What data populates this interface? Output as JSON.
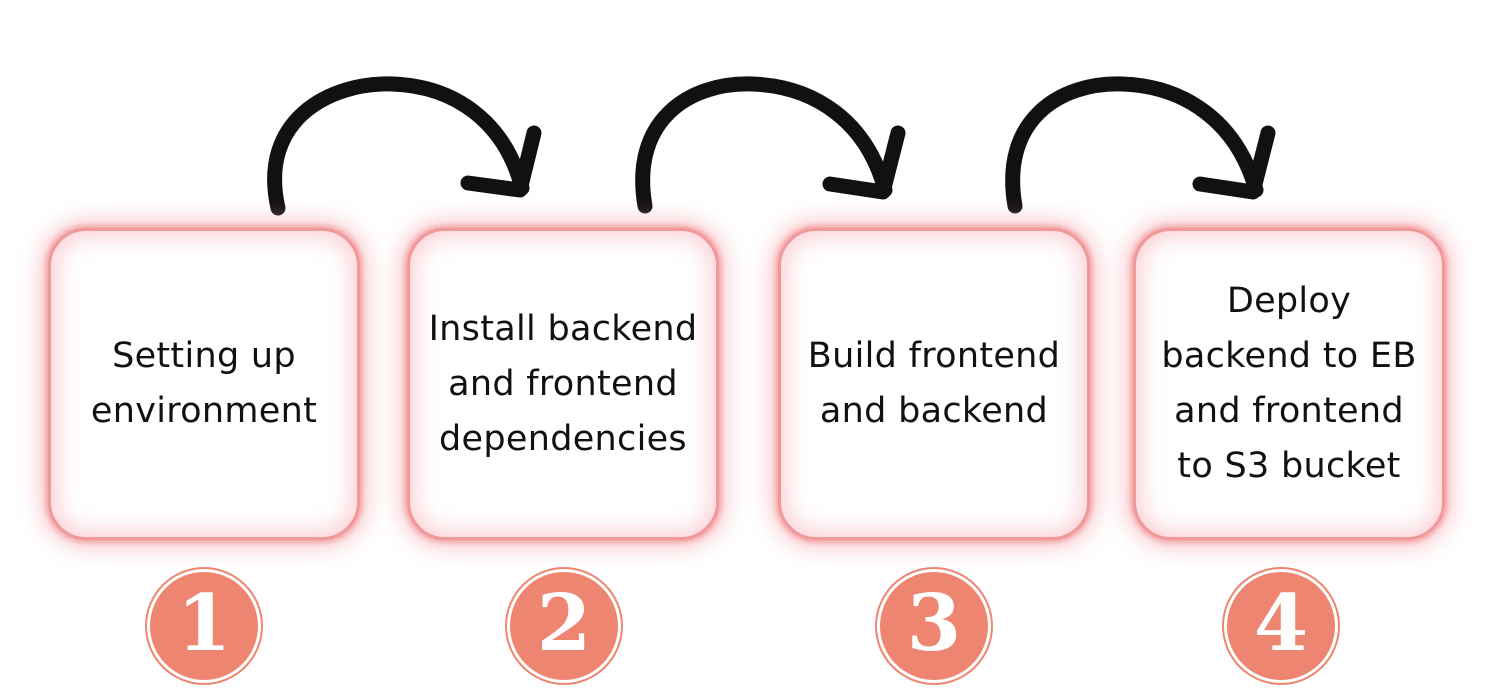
{
  "diagram": {
    "steps": [
      {
        "number": "1",
        "label": "Setting up\nenvironment"
      },
      {
        "number": "2",
        "label": "Install backend\nand frontend\ndependencies"
      },
      {
        "number": "3",
        "label": "Build frontend\nand backend"
      },
      {
        "number": "4",
        "label": "Deploy\nbackend to EB\nand frontend\nto S3 bucket"
      }
    ],
    "colors": {
      "box_glow": "#ef9a9a",
      "badge": "#ee8571",
      "arrow": "#111111",
      "text": "#111111"
    },
    "icons": [
      "curved-arrow-icon"
    ]
  }
}
